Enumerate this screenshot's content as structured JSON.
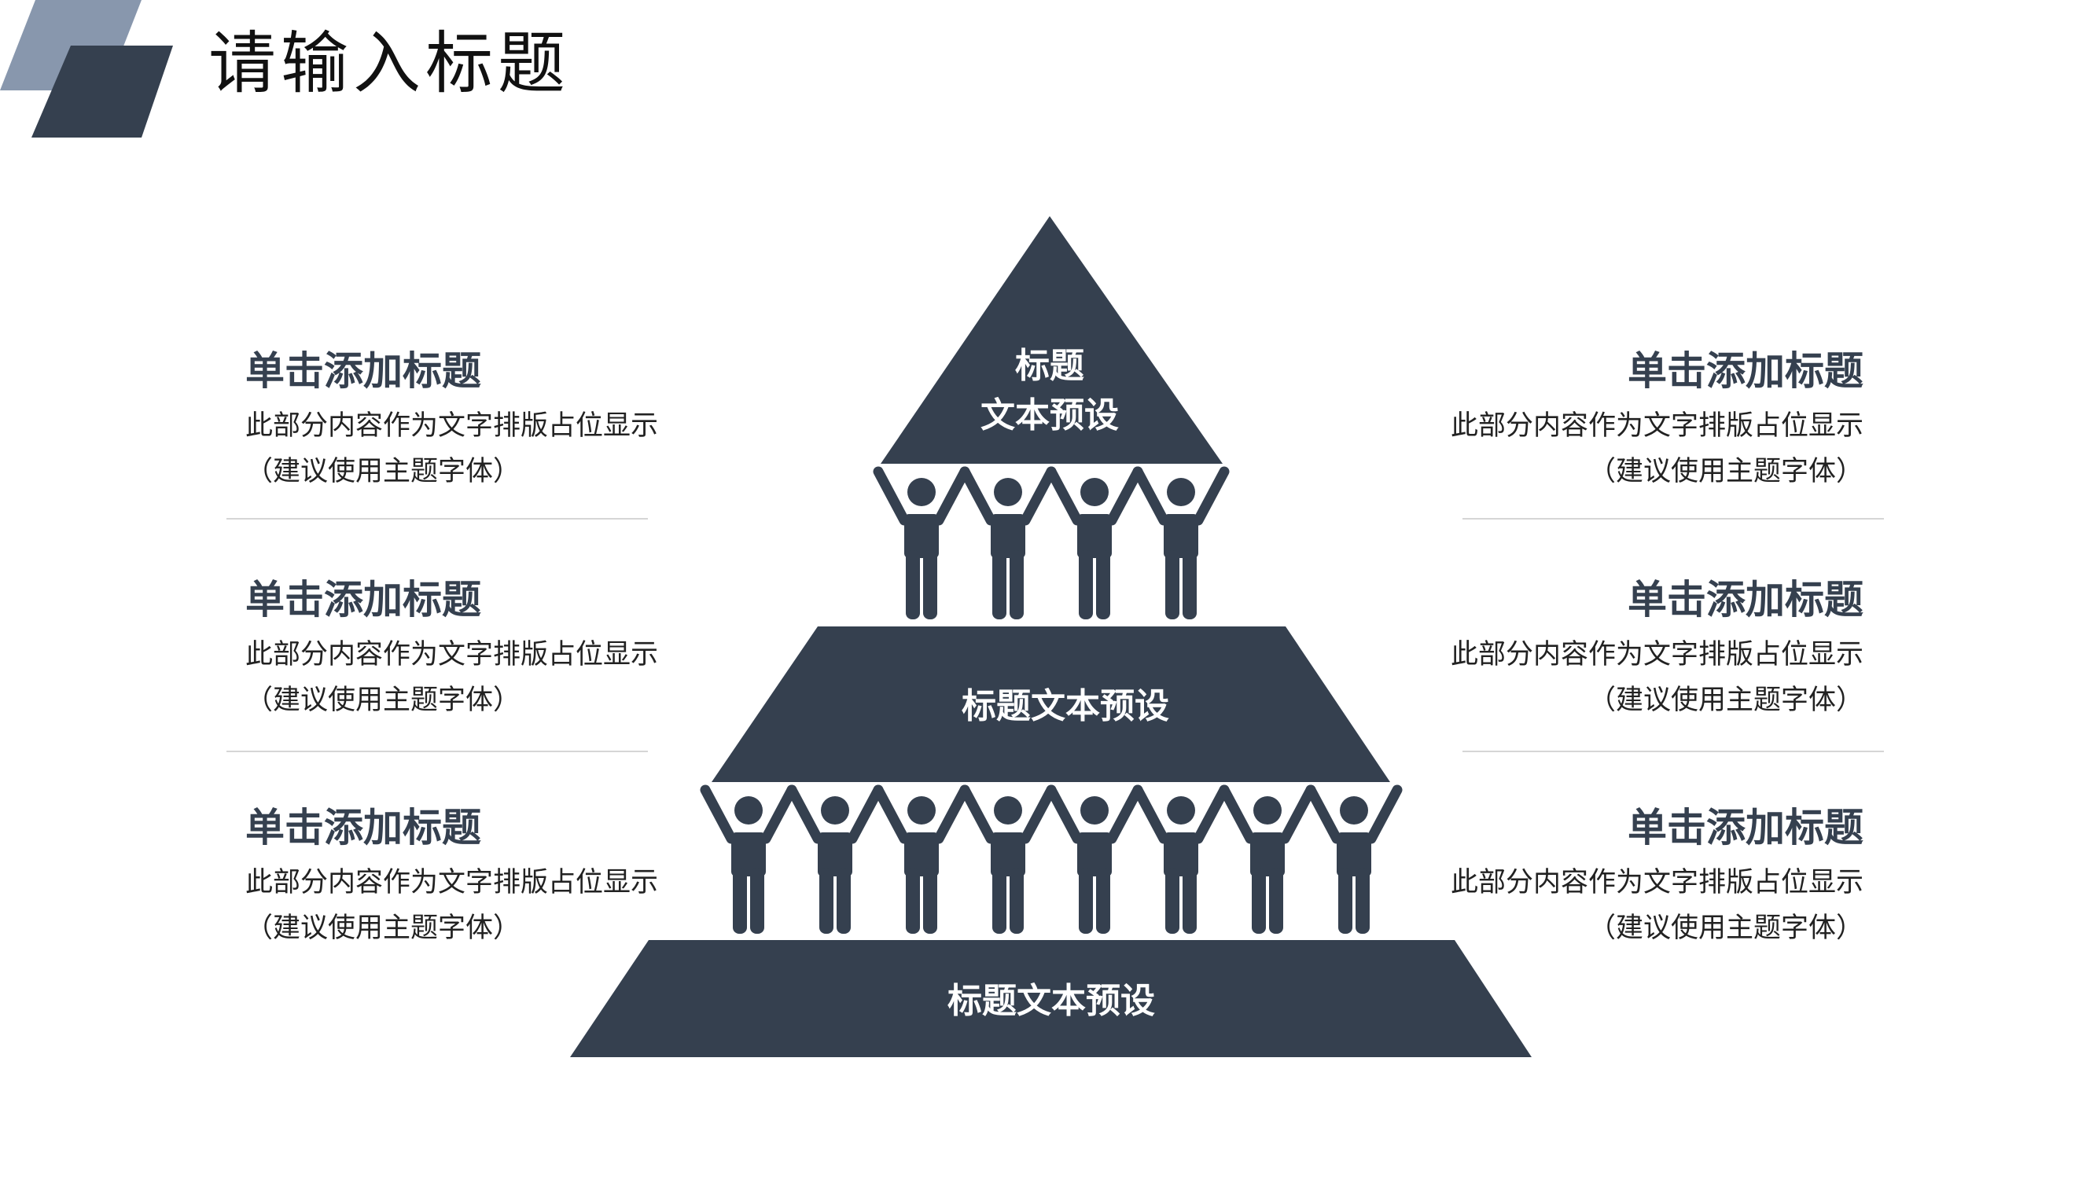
{
  "page": {
    "title": "请输入标题"
  },
  "colors": {
    "dark": "#35404f",
    "light": "#8897ad",
    "divider": "#d6d6d6",
    "white": "#ffffff"
  },
  "pyramid": {
    "top_lines": [
      "标题",
      "文本预设"
    ],
    "middle_label": "标题文本预设",
    "bottom_label": "标题文本预设",
    "upper_people_count": 4,
    "lower_people_count": 8
  },
  "left_items": [
    {
      "title": "单击添加标题",
      "line1": "此部分内容作为文字排版占位显示",
      "line2": "（建议使用主题字体）"
    },
    {
      "title": "单击添加标题",
      "line1": "此部分内容作为文字排版占位显示",
      "line2": "（建议使用主题字体）"
    },
    {
      "title": "单击添加标题",
      "line1": "此部分内容作为文字排版占位显示",
      "line2": "（建议使用主题字体）"
    }
  ],
  "right_items": [
    {
      "title": "单击添加标题",
      "line1": "此部分内容作为文字排版占位显示",
      "line2": "（建议使用主题字体）"
    },
    {
      "title": "单击添加标题",
      "line1": "此部分内容作为文字排版占位显示",
      "line2": "（建议使用主题字体）"
    },
    {
      "title": "单击添加标题",
      "line1": "此部分内容作为文字排版占位显示",
      "line2": "（建议使用主题字体）"
    }
  ]
}
